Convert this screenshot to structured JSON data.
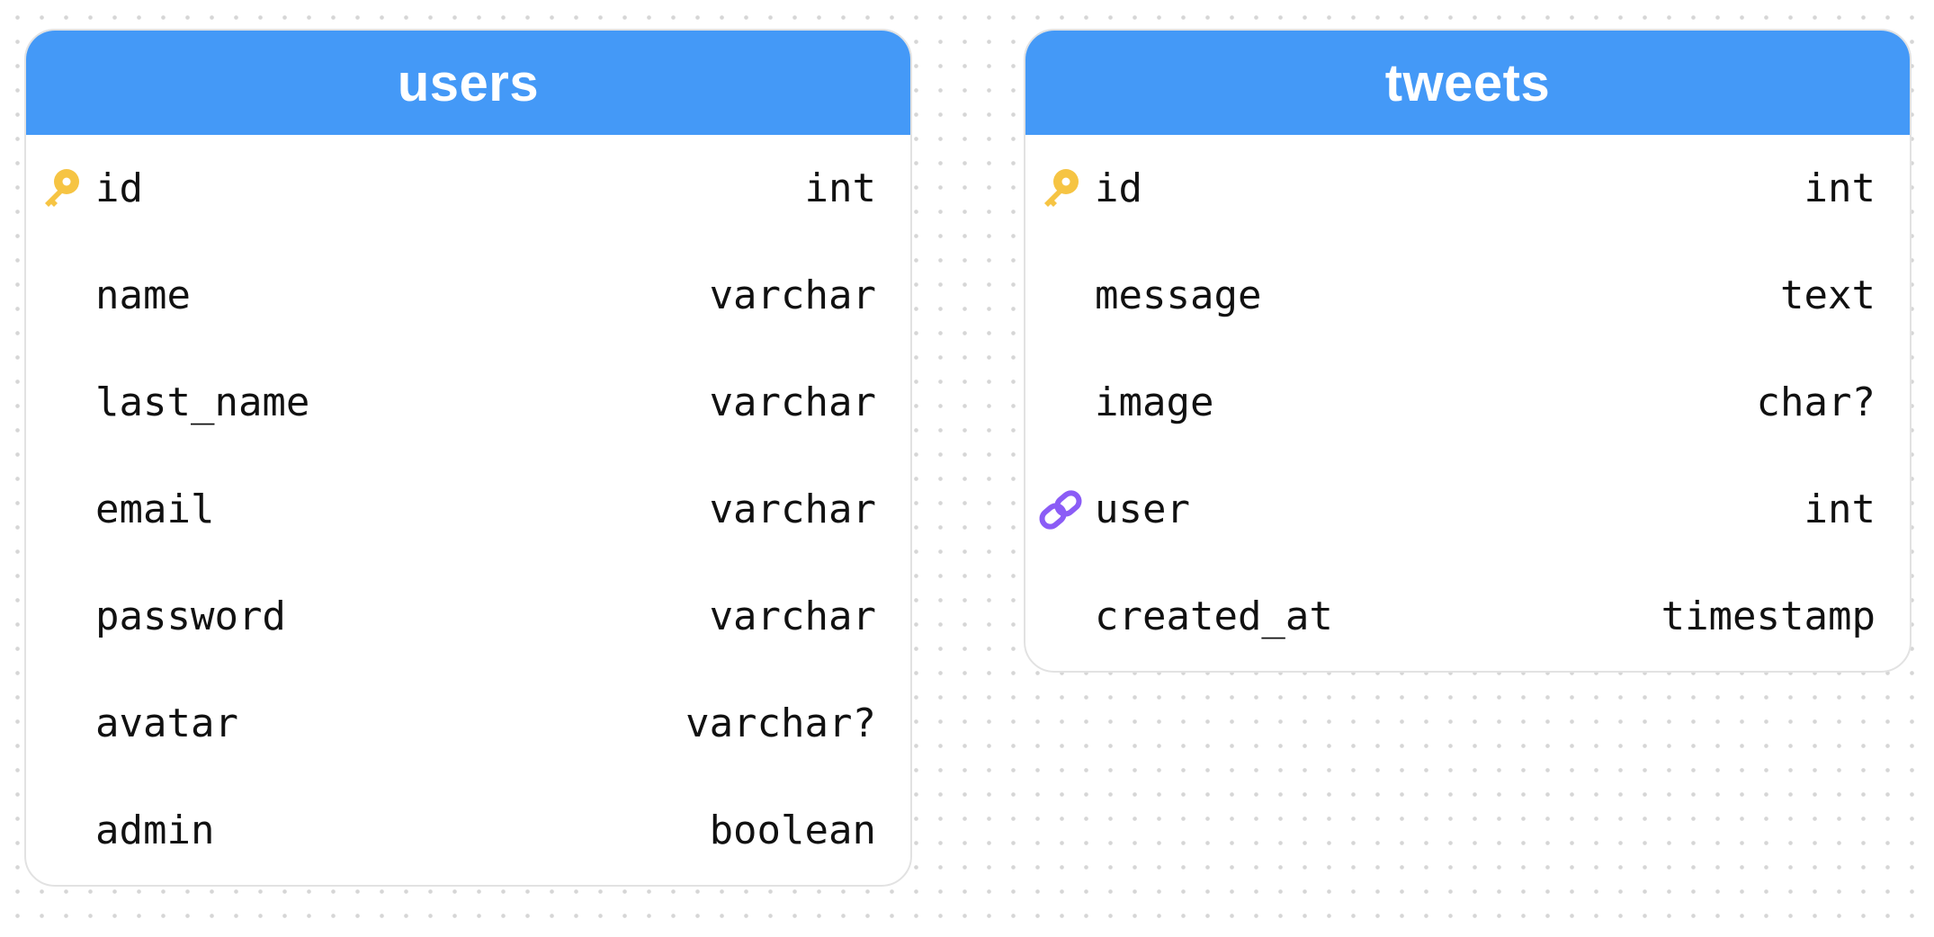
{
  "tables": [
    {
      "id": "users",
      "title": "users",
      "header_color": "#4499f7",
      "fields": [
        {
          "name": "id",
          "type": "int",
          "icon": "primary-key-icon"
        },
        {
          "name": "name",
          "type": "varchar"
        },
        {
          "name": "last_name",
          "type": "varchar"
        },
        {
          "name": "email",
          "type": "varchar"
        },
        {
          "name": "password",
          "type": "varchar"
        },
        {
          "name": "avatar",
          "type": "varchar?"
        },
        {
          "name": "admin",
          "type": "boolean"
        }
      ]
    },
    {
      "id": "tweets",
      "title": "tweets",
      "header_color": "#4499f7",
      "fields": [
        {
          "name": "id",
          "type": "int",
          "icon": "primary-key-icon"
        },
        {
          "name": "message",
          "type": "text"
        },
        {
          "name": "image",
          "type": "char?"
        },
        {
          "name": "user",
          "type": "int",
          "icon": "foreign-key-link-icon"
        },
        {
          "name": "created_at",
          "type": "timestamp"
        }
      ]
    }
  ],
  "colors": {
    "header": "#4499f7",
    "primary_key": "#f6c443",
    "foreign_key": "#8b5cf6"
  }
}
